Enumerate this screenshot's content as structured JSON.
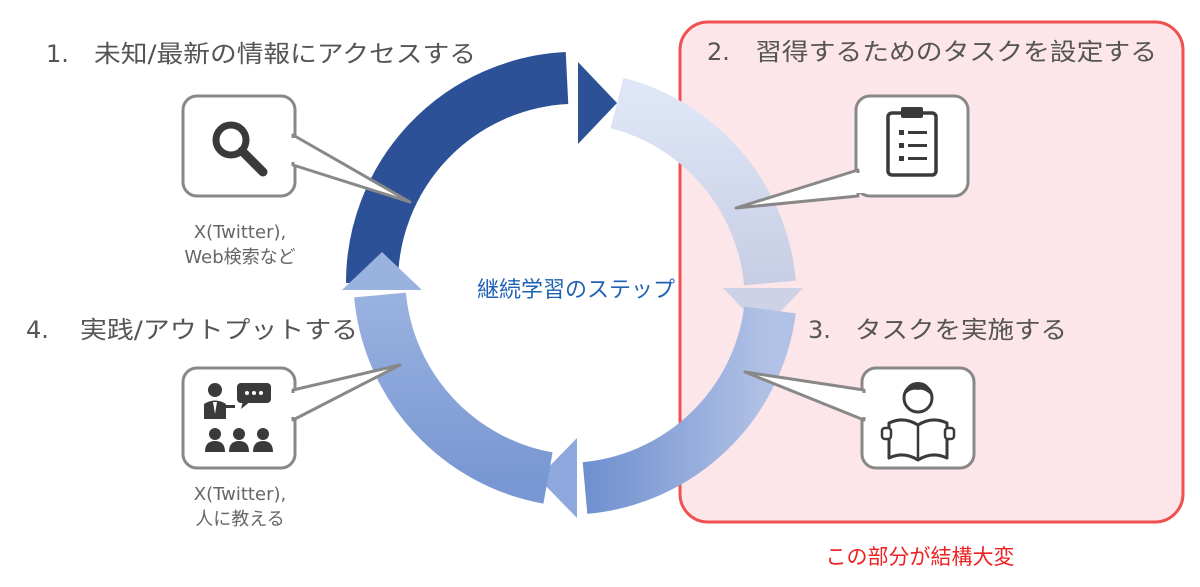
{
  "center_title": "継続学習のステップ",
  "steps": [
    {
      "number": "1.",
      "title": "未知/最新の情報にアクセスする",
      "caption": [
        "X(Twitter),",
        "Web検索など"
      ],
      "icon": "search-icon"
    },
    {
      "number": "2.",
      "title": "習得するためのタスクを設定する",
      "caption": [],
      "icon": "clipboard-icon"
    },
    {
      "number": "3.",
      "title": "タスクを実施する",
      "caption": [],
      "icon": "person-reading-icon"
    },
    {
      "number": "4.",
      "title": "実践/アウトプットする",
      "caption": [
        "X(Twitter),",
        "人に教える"
      ],
      "icon": "presenter-audience-icon"
    }
  ],
  "highlight": {
    "label": "この部分が結構大変",
    "border_color": "#f05050",
    "fill_color": "#fde6ea"
  },
  "colors": {
    "arrow_dark": "#2c5197",
    "arrow_mid": "#8aa8dc",
    "arrow_light": "#dbe4f5",
    "icon": "#3a3a3a",
    "icon_box_border": "#888888"
  }
}
